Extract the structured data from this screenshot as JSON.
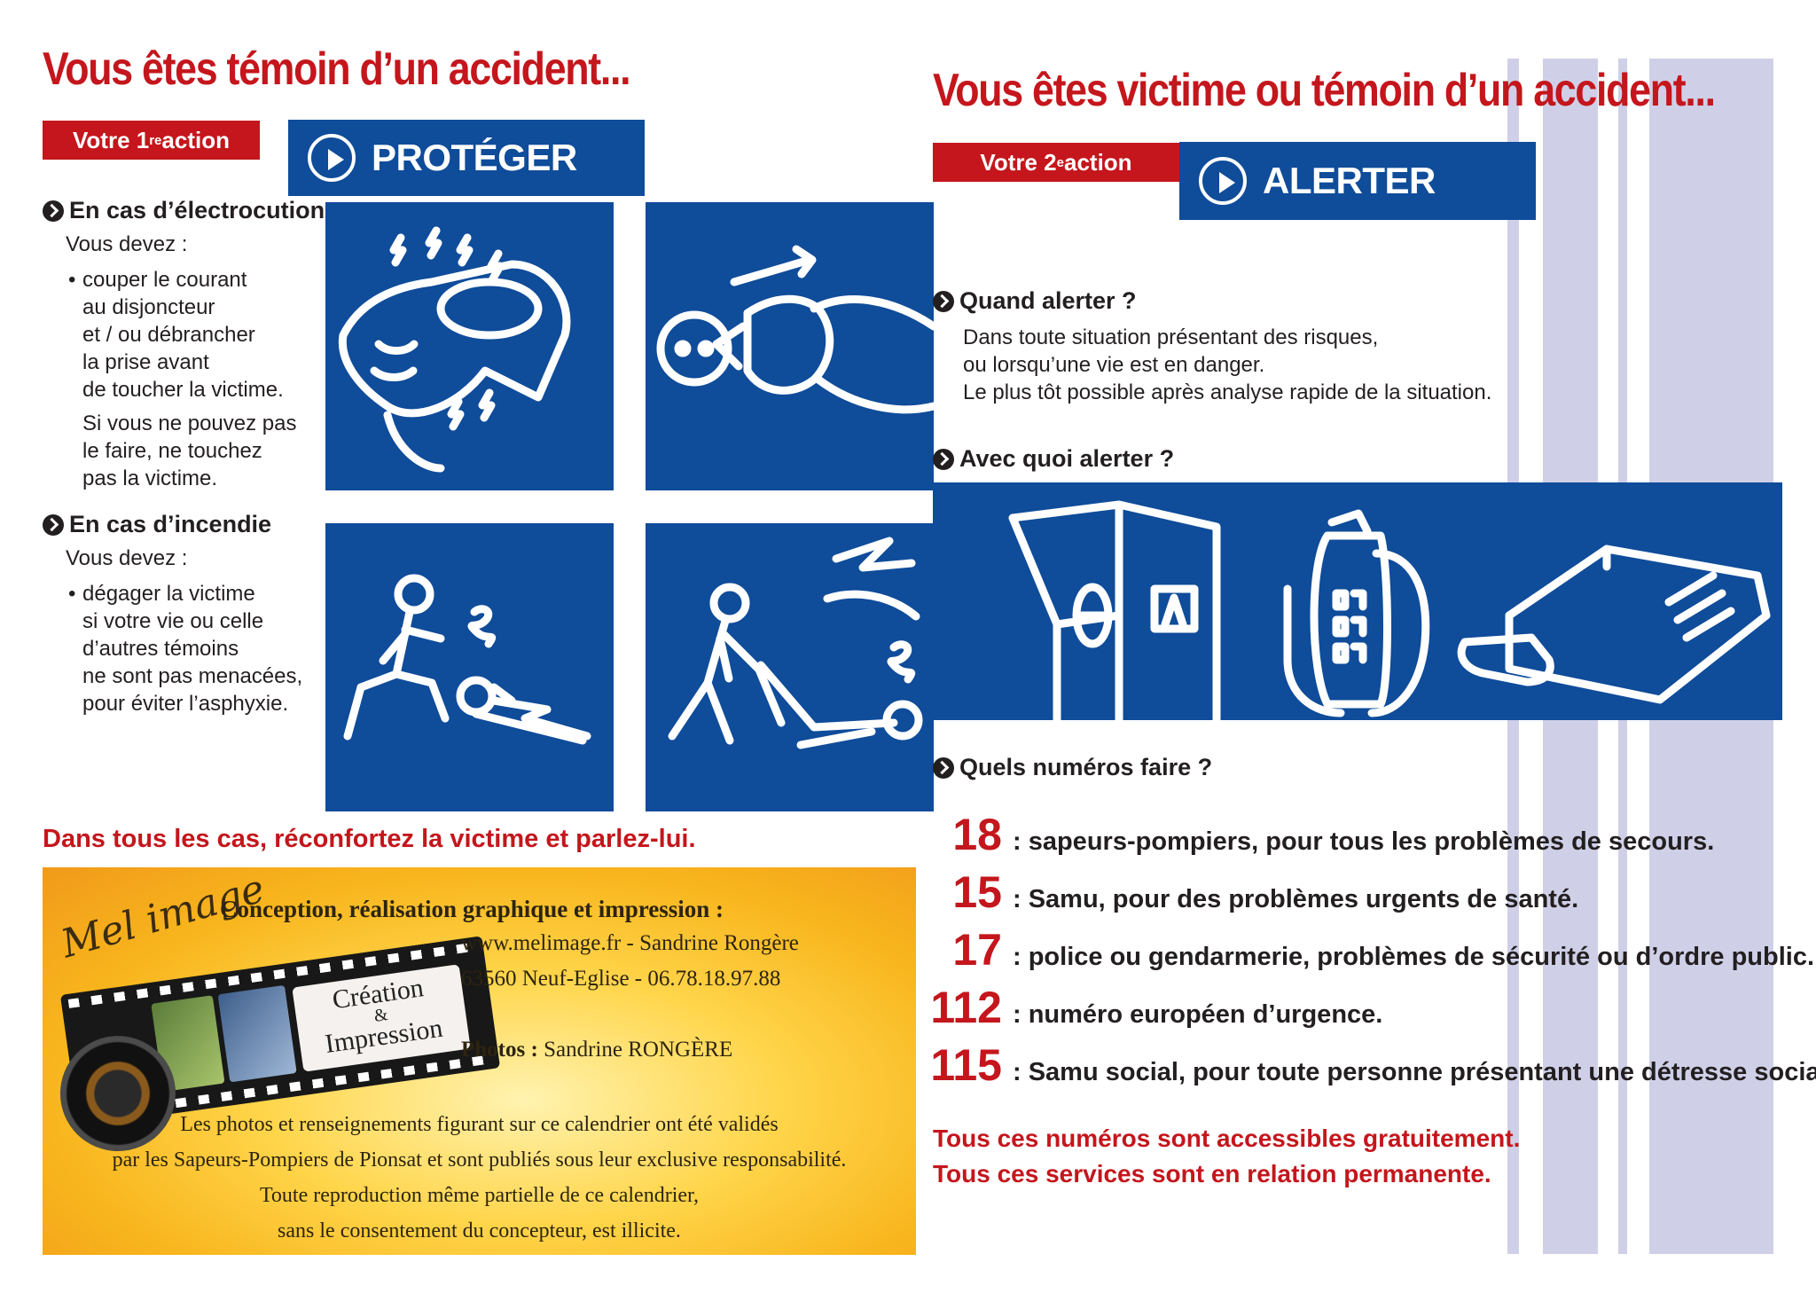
{
  "left": {
    "title": "Vous êtes témoin d’un accident...",
    "action_tag": {
      "prefix": "Votre 1",
      "sup": "re",
      "suffix": " action"
    },
    "action_label": "PROTÉGER",
    "electro": {
      "heading": "En cas d’électrocution",
      "intro": "Vous devez :",
      "bullet_lines": [
        "couper le courant",
        "au disjoncteur",
        "et / ou débrancher",
        "la prise avant",
        "de toucher la victime."
      ],
      "extra_lines": [
        "Si vous ne pouvez pas",
        "le faire, ne touchez",
        "pas la victime."
      ]
    },
    "fire": {
      "heading": "En cas d’incendie",
      "intro": "Vous devez :",
      "bullet_lines": [
        "dégager la victime",
        "si votre vie ou celle",
        "d’autres témoins",
        "ne sont pas menacées,",
        "pour éviter l’asphyxie."
      ]
    },
    "comfort": "Dans tous les cas, réconfortez la victime et parlez-lui.",
    "pictograms": [
      "electric-hand-icon",
      "unplug-icon",
      "fire-victim-icon",
      "drag-victim-icon"
    ]
  },
  "right": {
    "title": "Vous êtes victime ou témoin d’un accident...",
    "action_tag": {
      "prefix": "Votre 2",
      "sup": "e",
      "suffix": " action"
    },
    "action_label": "ALERTER",
    "when": {
      "heading": "Quand alerter ?",
      "lines": [
        "Dans toute situation présentant des risques,",
        "ou lorsqu’une vie est en danger.",
        "Le plus tôt possible après analyse rapide de la situation."
      ]
    },
    "with_what": {
      "heading": "Avec quoi alerter ?"
    },
    "devices": [
      "emergency-call-box-icon",
      "mobile-phone-icon",
      "landline-phone-icon"
    ],
    "numbers_heading": "Quels numéros faire ?",
    "numbers": [
      {
        "num": "18",
        "desc": ": sapeurs-pompiers, pour tous les problèmes de secours."
      },
      {
        "num": "15",
        "desc": ": Samu, pour des problèmes urgents de santé."
      },
      {
        "num": "17",
        "desc": ": police ou gendarmerie, problèmes de sécurité ou d’ordre public."
      },
      {
        "num": "112",
        "desc": ": numéro européen d’urgence."
      },
      {
        "num": "115",
        "desc": ": Samu social, pour toute personne présentant une détresse sociale."
      }
    ],
    "footer": [
      "Tous ces numéros sont accessibles gratuitement.",
      "Tous ces services sont en relation permanente."
    ]
  },
  "promo": {
    "logo": "Mel image",
    "heading": "Conception, réalisation graphique et impression :",
    "website": "www.melimage.fr - Sandrine Rongère",
    "address": "63560 Neuf-Eglise - 06.78.18.97.88",
    "photos_label": "Photos :",
    "photos_credit": " Sandrine RONGÈRE",
    "film_label_1": "Création",
    "film_label_amp": "&",
    "film_label_2": "Impression",
    "disclaimer": [
      "Les photos et renseignements figurant sur ce calendrier ont été validés",
      "par les Sapeurs-Pompiers de Pionsat et sont publiés sous leur exclusive responsabilité.",
      "Toute reproduction même partielle de ce calendrier,",
      "sans le consentement du concepteur, est illicite."
    ]
  },
  "colors": {
    "red": "#c4161c",
    "blue": "#0f4c9a",
    "stripe": "#cfd0e8"
  }
}
